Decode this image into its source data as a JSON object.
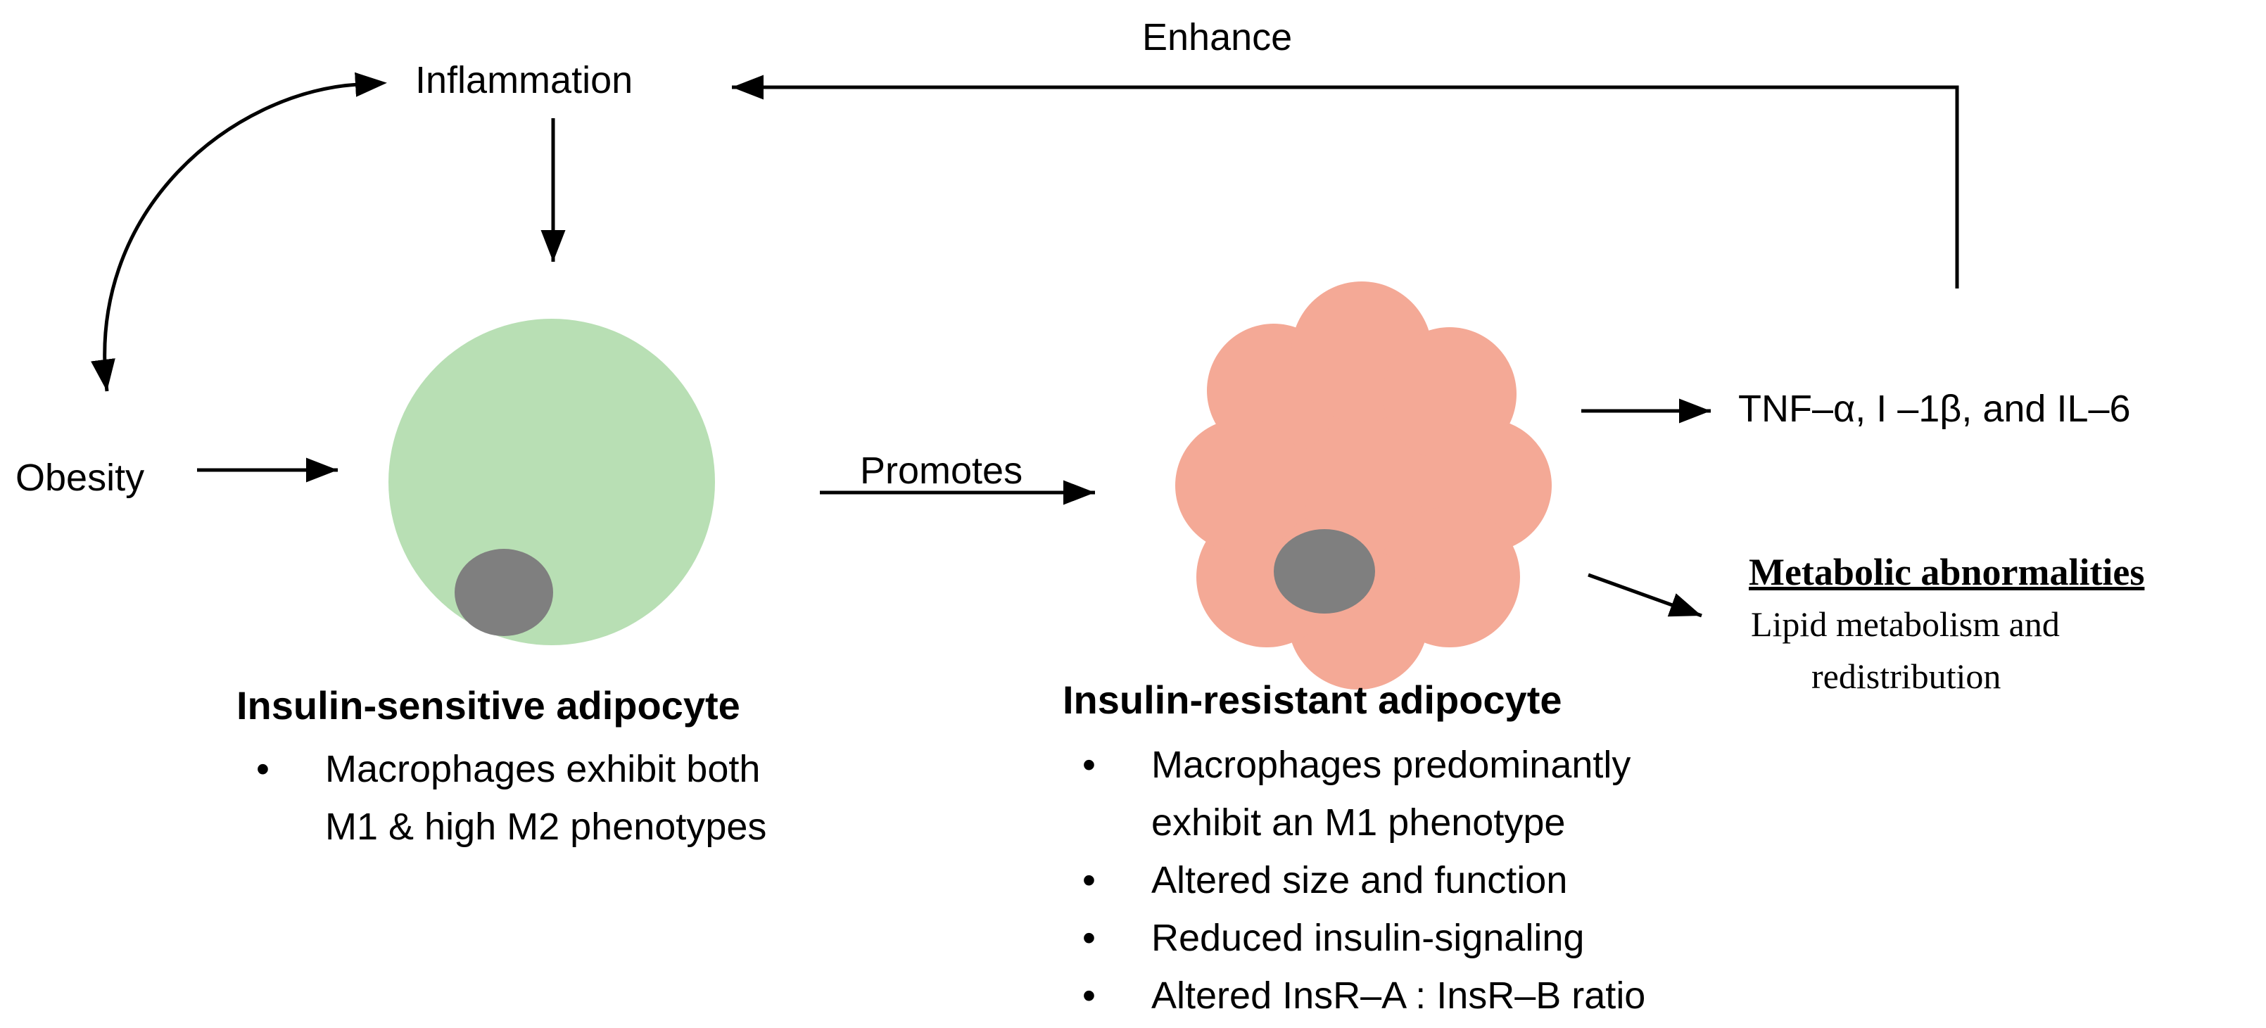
{
  "labels": {
    "enhance": "Enhance",
    "inflammation": "Inflammation",
    "obesity": "Obesity",
    "promotes": "Promotes",
    "cytokines": "TNF–α, I –1β, and IL–6"
  },
  "sensitive": {
    "title": "Insulin-sensitive adipocyte",
    "bullets": [
      "Macrophages exhibit both",
      "M1 & high M2 phenotypes"
    ]
  },
  "resistant": {
    "title": "Insulin-resistant adipocyte",
    "bullets": [
      "Macrophages predominantly",
      "exhibit an M1 phenotype",
      "Altered size and function",
      "Reduced insulin-signaling",
      "Altered InsR–A : InsR–B ratio"
    ]
  },
  "metabolic": {
    "title": "Metabolic abnormalities",
    "line1": "Lipid metabolism and",
    "line2": "redistribution"
  },
  "colors": {
    "sensitive_cell": "#b8dfb4",
    "resistant_cell": "#f4a996",
    "nucleus": "#7f7f7f",
    "arrow": "#000000"
  }
}
